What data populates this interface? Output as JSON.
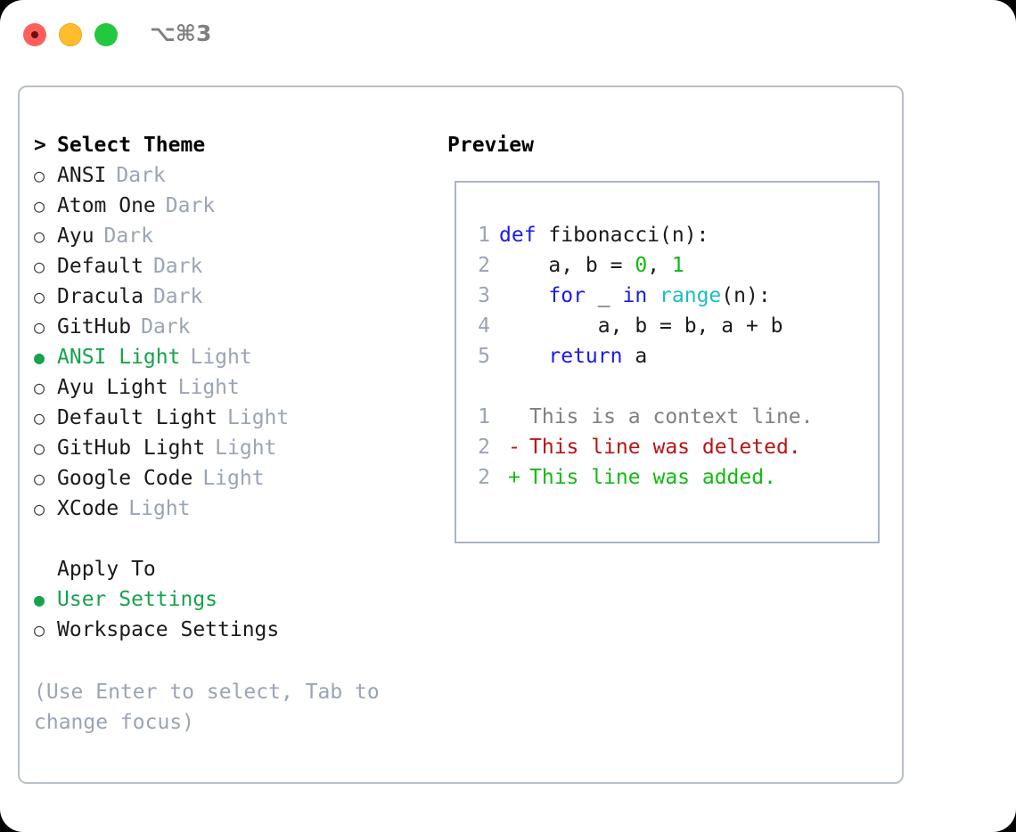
{
  "window": {
    "shortcut": "⌥⌘3",
    "buttons": [
      {
        "name": "close-button",
        "color": "#ff605c"
      },
      {
        "name": "minimize-button",
        "color": "#ffbd2e"
      },
      {
        "name": "maximize-button",
        "color": "#22c93f"
      }
    ]
  },
  "theme_panel": {
    "heading": "Select Theme",
    "heading_marker": ">",
    "marker_selected": "●",
    "marker_unselected": "○",
    "items": [
      {
        "name": "ANSI",
        "variant": "Dark",
        "selected": false
      },
      {
        "name": "Atom One",
        "variant": "Dark",
        "selected": false
      },
      {
        "name": "Ayu",
        "variant": "Dark",
        "selected": false
      },
      {
        "name": "Default",
        "variant": "Dark",
        "selected": false
      },
      {
        "name": "Dracula",
        "variant": "Dark",
        "selected": false
      },
      {
        "name": "GitHub",
        "variant": "Dark",
        "selected": false
      },
      {
        "name": "ANSI Light",
        "variant": "Light",
        "selected": true
      },
      {
        "name": "Ayu Light",
        "variant": "Light",
        "selected": false
      },
      {
        "name": "Default Light",
        "variant": "Light",
        "selected": false
      },
      {
        "name": "GitHub Light",
        "variant": "Light",
        "selected": false
      },
      {
        "name": "Google Code",
        "variant": "Light",
        "selected": false
      },
      {
        "name": "XCode",
        "variant": "Light",
        "selected": false
      }
    ]
  },
  "apply_to": {
    "heading": "Apply To",
    "items": [
      {
        "name": "User Settings",
        "selected": true
      },
      {
        "name": "Workspace Settings",
        "selected": false
      }
    ]
  },
  "hint": "(Use Enter to select, Tab to change focus)",
  "preview": {
    "title": "Preview",
    "code_lines": [
      {
        "num": "1",
        "tokens": [
          {
            "t": "def ",
            "c": "kw"
          },
          {
            "t": "fibonacci(n):",
            "c": "pl"
          }
        ]
      },
      {
        "num": "2",
        "tokens": [
          {
            "t": "    a, b = ",
            "c": "pl"
          },
          {
            "t": "0",
            "c": "num"
          },
          {
            "t": ", ",
            "c": "pl"
          },
          {
            "t": "1",
            "c": "num"
          }
        ]
      },
      {
        "num": "3",
        "tokens": [
          {
            "t": "    ",
            "c": "pl"
          },
          {
            "t": "for",
            "c": "kw"
          },
          {
            "t": " _ ",
            "c": "pl"
          },
          {
            "t": "in",
            "c": "kw"
          },
          {
            "t": " ",
            "c": "pl"
          },
          {
            "t": "range",
            "c": "fn"
          },
          {
            "t": "(n):",
            "c": "pl"
          }
        ]
      },
      {
        "num": "4",
        "tokens": [
          {
            "t": "        a, b = b, a + b",
            "c": "pl"
          }
        ]
      },
      {
        "num": "5",
        "tokens": [
          {
            "t": "    ",
            "c": "pl"
          },
          {
            "t": "return",
            "c": "kw"
          },
          {
            "t": " a",
            "c": "pl"
          }
        ]
      }
    ],
    "diff_lines": [
      {
        "num": "1",
        "mark": " ",
        "text": "This is a context line.",
        "kind": "ctx"
      },
      {
        "num": "2",
        "mark": "-",
        "text": "This line was deleted.",
        "kind": "del"
      },
      {
        "num": "2",
        "mark": "+",
        "text": "This line was added.",
        "kind": "add"
      }
    ]
  },
  "colors": {
    "accent_green": "#16a34a",
    "muted": "#9aa4b4",
    "keyword": "#1a1aee",
    "function": "#17bfc4",
    "number": "#10b810",
    "diff_add": "#11bb11",
    "diff_del": "#b81414",
    "border": "#b8c0cc"
  }
}
